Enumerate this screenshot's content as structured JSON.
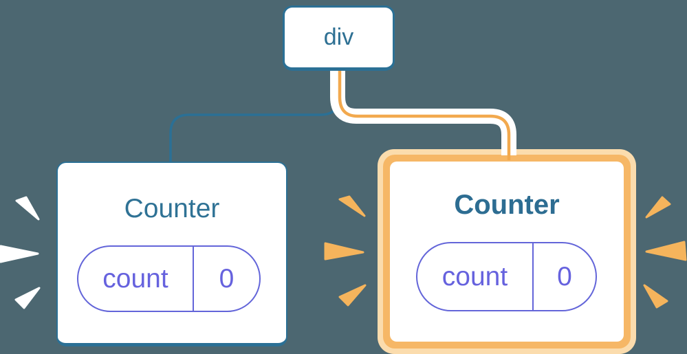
{
  "diagram": {
    "description": "React component tree: a div root with two Counter children; the second Counter instance is freshly mounted (highlighted)",
    "root_node": {
      "label": "div"
    },
    "children": [
      {
        "label": "Counter",
        "state_key": "count",
        "state_value": "0",
        "highlighted": false
      },
      {
        "label": "Counter",
        "state_key": "count",
        "state_value": "0",
        "highlighted": true
      }
    ]
  },
  "colors": {
    "background": "#4c6771",
    "blue": "#2b7095",
    "blue_text": "#2e7093",
    "teal_title": "#2f7295",
    "teal_title_bold": "#2d6d92",
    "purple": "#6365d9",
    "purple_text": "#6662de",
    "orange": "#f2a94e",
    "orange_border": "#f6b766",
    "peach": "#fbdcad",
    "spark_orange": "#f5b45c",
    "spark_white": "#ffffff",
    "casing_white": "#ffffff"
  }
}
